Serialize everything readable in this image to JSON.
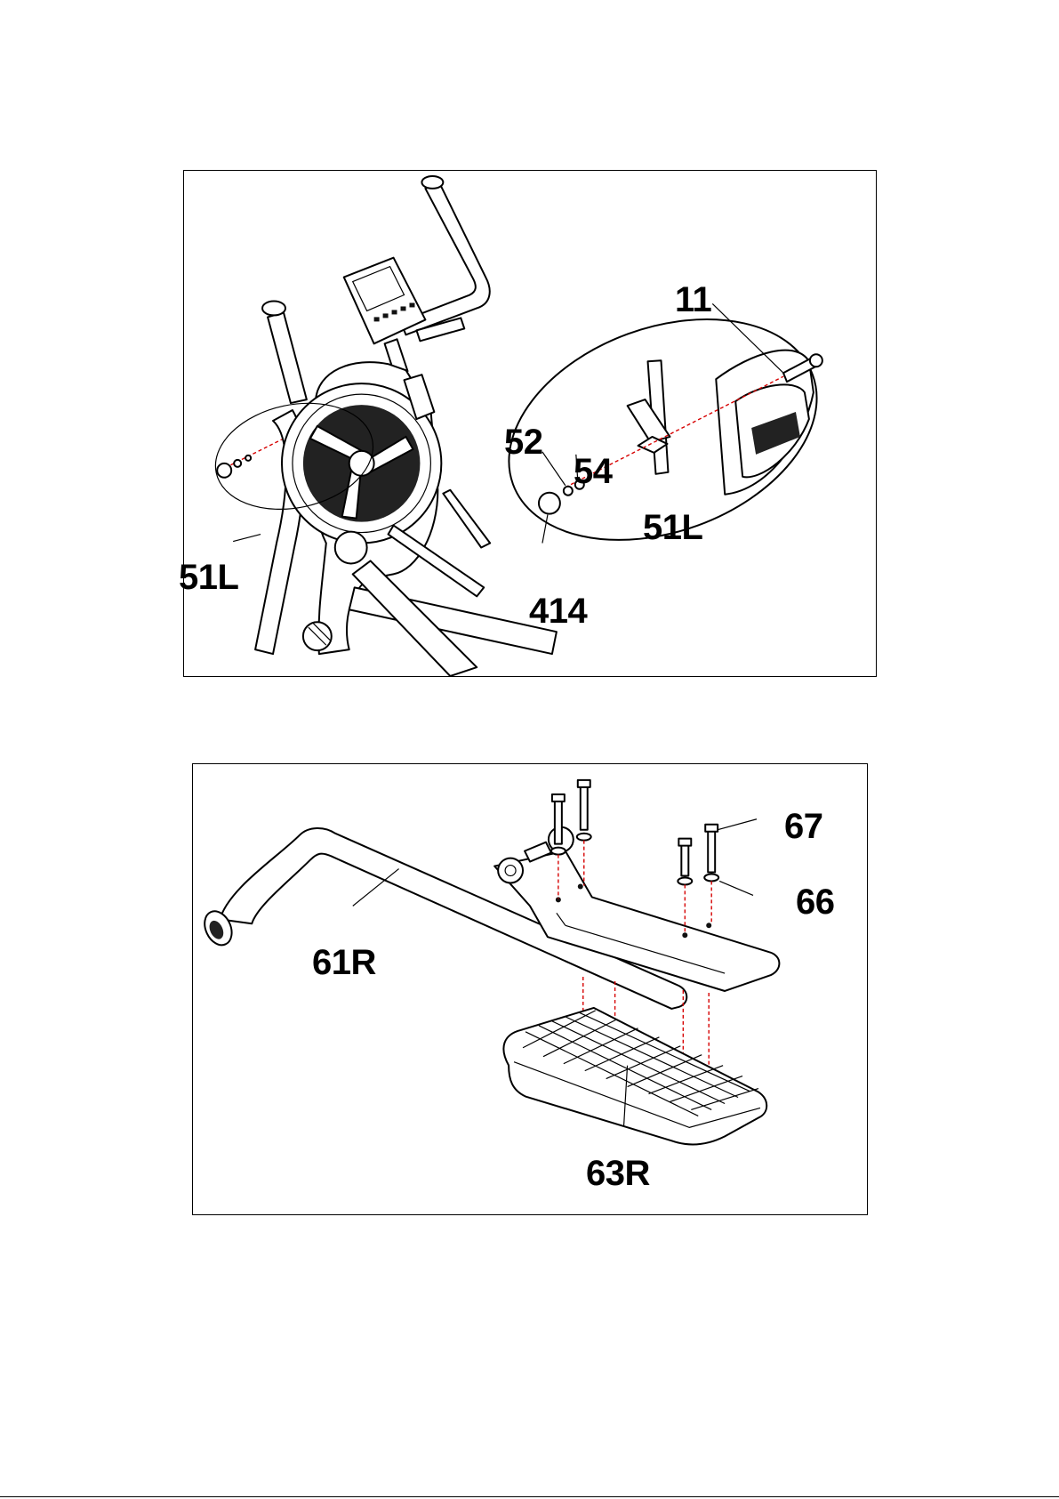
{
  "figures": [
    {
      "id": "upper-assembly",
      "callouts": [
        "11",
        "52",
        "54",
        "51L",
        "414",
        "51L"
      ]
    },
    {
      "id": "pedal-assembly",
      "callouts": [
        "67",
        "66",
        "61R",
        "63R"
      ]
    }
  ],
  "colors": {
    "border": "#000000",
    "alignment_line": "#d60000",
    "background": "#ffffff"
  }
}
